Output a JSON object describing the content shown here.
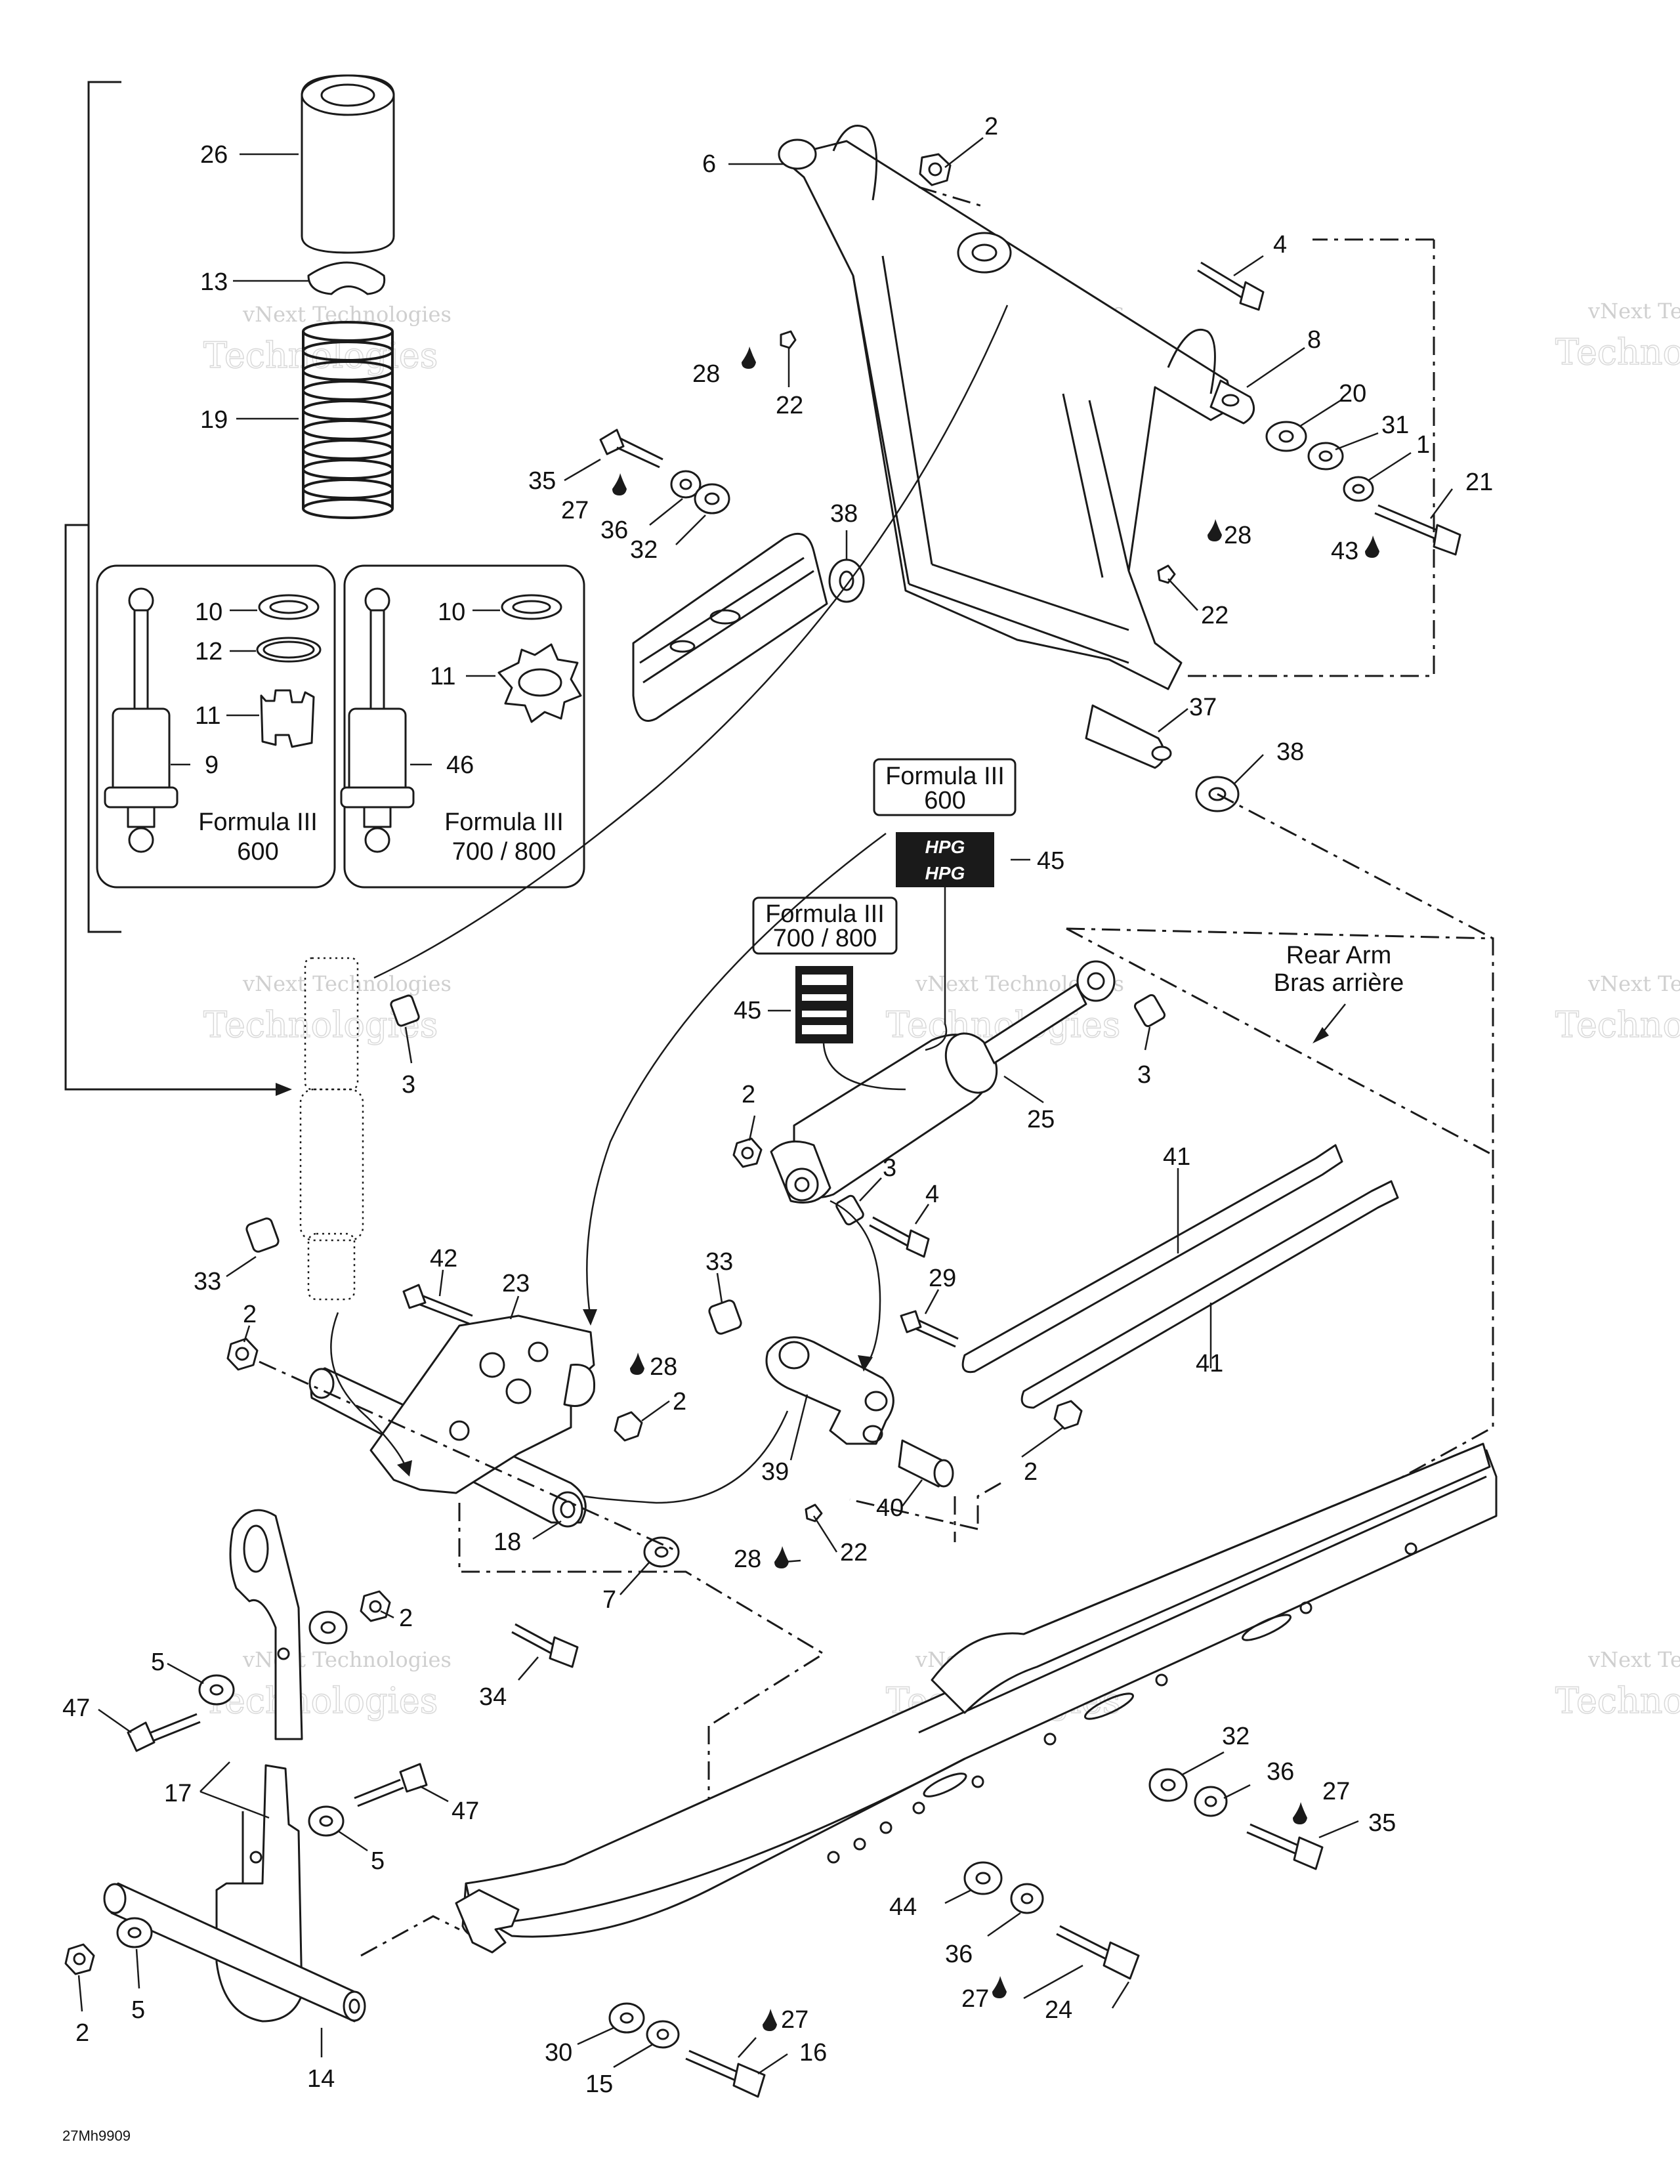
{
  "diagram": {
    "labels": [
      {
        "id": "26"
      },
      {
        "id": "13"
      },
      {
        "id": "19"
      },
      {
        "id": "10"
      },
      {
        "id": "12"
      },
      {
        "id": "11"
      },
      {
        "id": "9"
      },
      {
        "id": "46"
      },
      {
        "id": "2"
      },
      {
        "id": "6"
      },
      {
        "id": "4"
      },
      {
        "id": "8"
      },
      {
        "id": "20"
      },
      {
        "id": "31"
      },
      {
        "id": "1"
      },
      {
        "id": "21"
      },
      {
        "id": "43"
      },
      {
        "id": "28"
      },
      {
        "id": "22"
      },
      {
        "id": "35"
      },
      {
        "id": "27"
      },
      {
        "id": "36"
      },
      {
        "id": "32"
      },
      {
        "id": "38"
      },
      {
        "id": "37"
      },
      {
        "id": "45"
      },
      {
        "id": "25"
      },
      {
        "id": "3"
      },
      {
        "id": "41"
      },
      {
        "id": "29"
      },
      {
        "id": "33"
      },
      {
        "id": "42"
      },
      {
        "id": "23"
      },
      {
        "id": "39"
      },
      {
        "id": "40"
      },
      {
        "id": "18"
      },
      {
        "id": "7"
      },
      {
        "id": "34"
      },
      {
        "id": "5"
      },
      {
        "id": "47"
      },
      {
        "id": "17"
      },
      {
        "id": "14"
      },
      {
        "id": "44"
      },
      {
        "id": "24"
      },
      {
        "id": "30"
      },
      {
        "id": "15"
      },
      {
        "id": "16"
      }
    ],
    "boxes": {
      "f3_600_top": "Formula III",
      "f3_600_bottom": "600",
      "f3_700_top": "Formula III",
      "f3_700_bottom": "700 / 800"
    },
    "rear_arm_en": "Rear Arm",
    "rear_arm_fr": "Bras arrière",
    "decal_text": "HPG",
    "code": "27Mh9909",
    "watermark_small": "vNext Technologies",
    "watermark_large": "Technologies",
    "watermark_partial_small": "vNext Te",
    "watermark_partial_large": "Techno"
  }
}
